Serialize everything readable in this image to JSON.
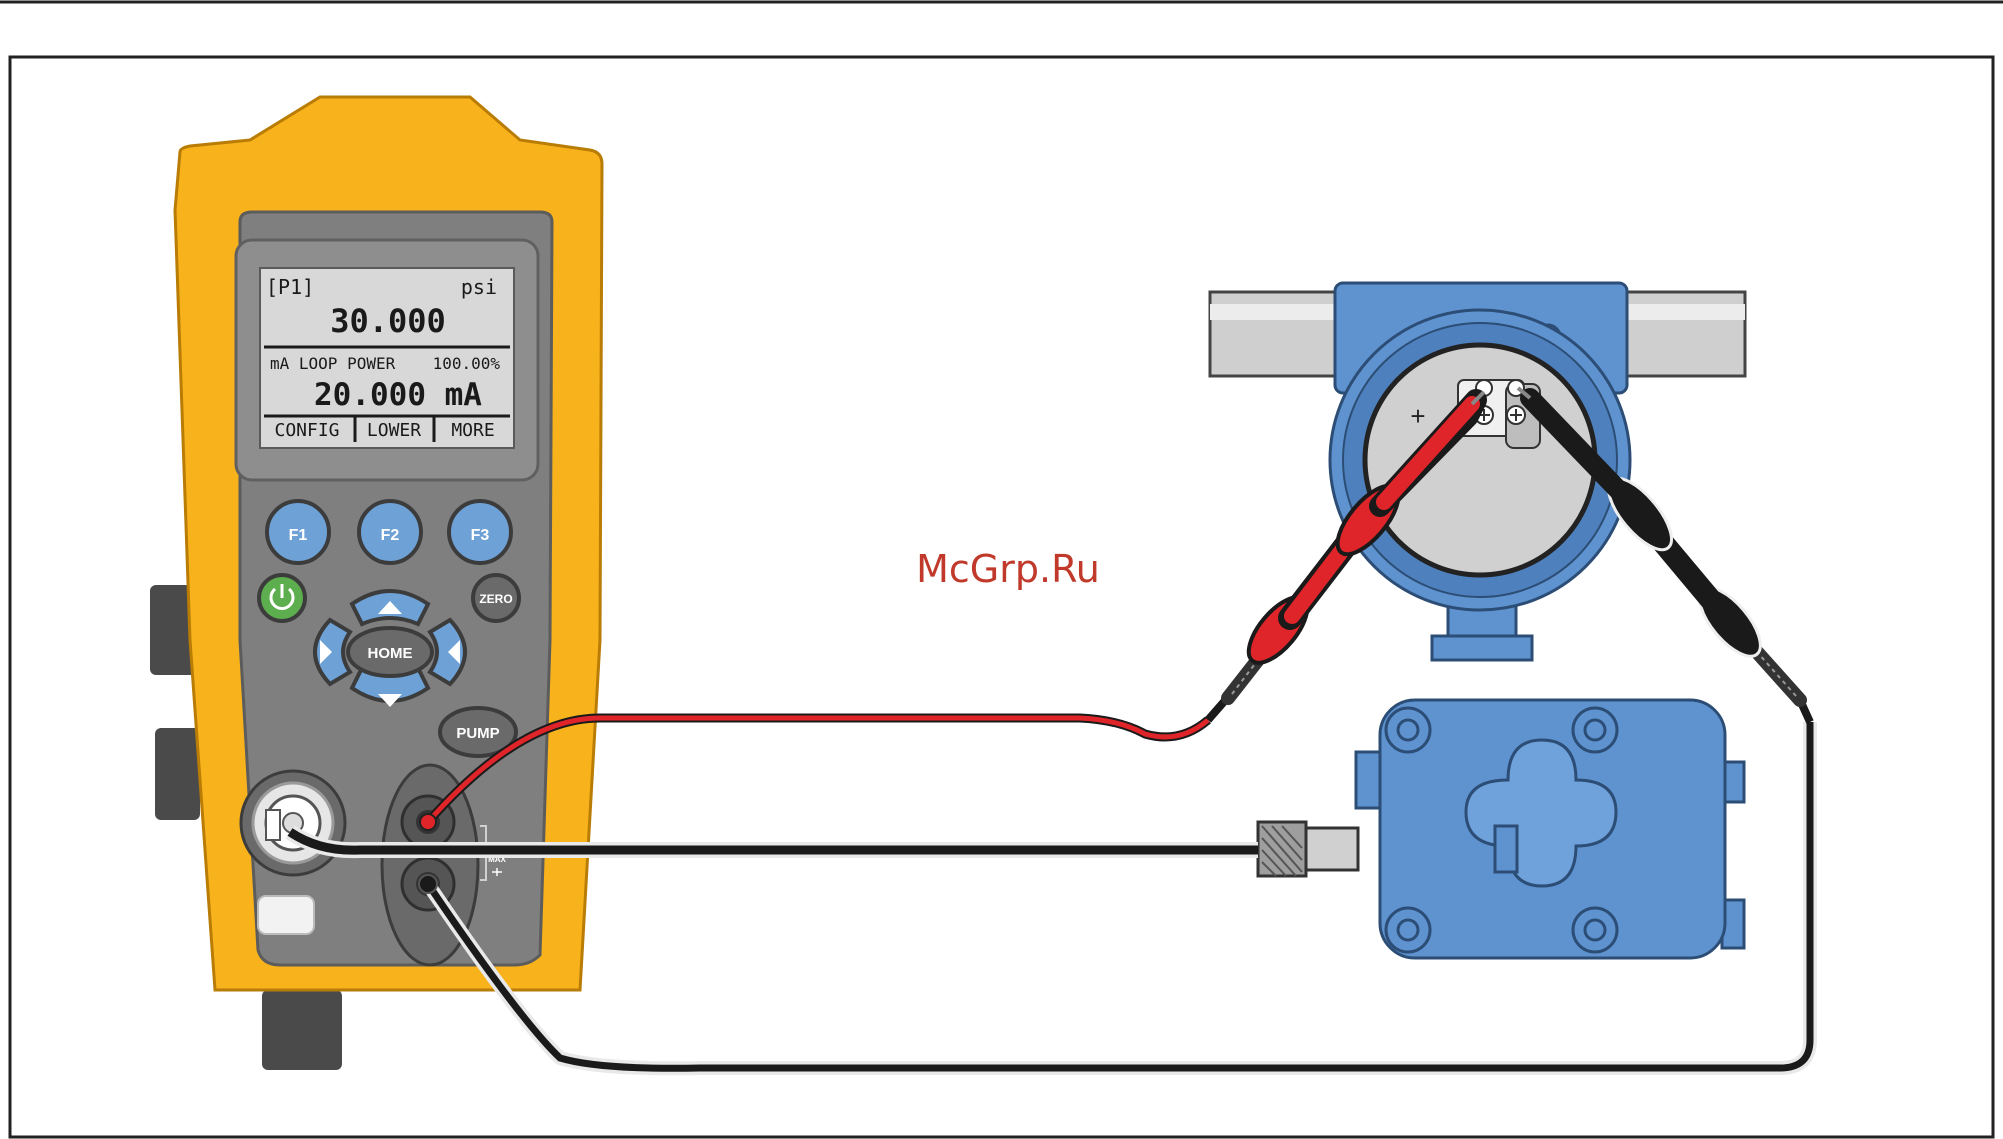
{
  "watermark": "McGrp.Ru",
  "display": {
    "channel": "[P1]",
    "unit": "psi",
    "primary_value": "30.000",
    "mode_label": "mA LOOP POWER",
    "mode_percent": "100.00%",
    "secondary_value": "20.000 mA",
    "softkeys": [
      "CONFIG",
      "LOWER",
      "MORE"
    ]
  },
  "keys": {
    "f1": "F1",
    "f2": "F2",
    "f3": "F3",
    "zero": "ZERO",
    "home": "HOME",
    "pump": "PUMP"
  },
  "terminal_marking": "MAX",
  "transmitter": {
    "polarity_plus": "+"
  },
  "colors": {
    "housing": "#f8b21c",
    "faceplate": "#7f7f7f",
    "lcd": "#d8d8d8",
    "key_blue": "#6ea2d6",
    "power_green": "#5dae4e",
    "transmitter_blue": "#5f93d0",
    "lead_red": "#e0252a",
    "lead_black": "#1a1a1a"
  }
}
